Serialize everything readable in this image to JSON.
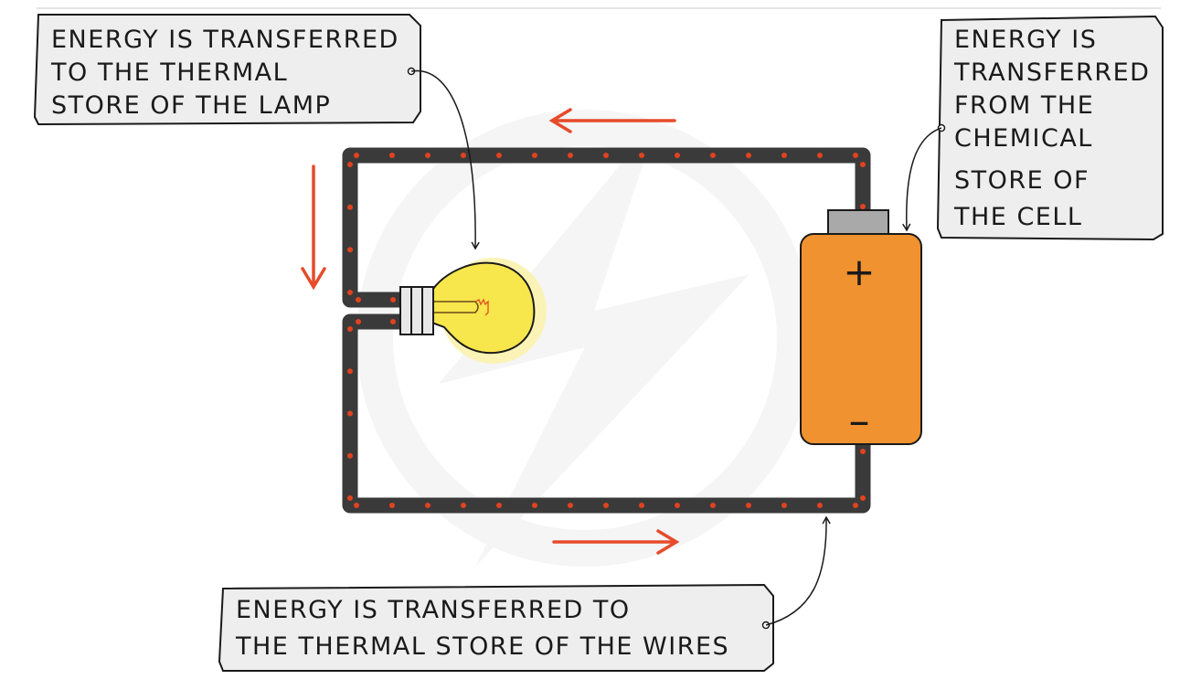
{
  "colors": {
    "wire": "#3a3a3a",
    "charge_dot": "#e0431f",
    "arrow": "#e64b2a",
    "cell_body": "#f0922f",
    "cell_terminal": "#a9a9a9",
    "lamp_glass": "#f7e64c",
    "lamp_glow": "#fbf3b6",
    "label_box": "#eeeeee"
  },
  "labels": {
    "lamp": [
      "ENERGY IS TRANSFERRED",
      "TO THE  THERMAL",
      "STORE OF THE  LAMP"
    ],
    "cell": [
      "ENERGY IS",
      "TRANSFERRED",
      "FROM  THE",
      "CHEMICAL",
      "STORE OF",
      "THE  CELL"
    ],
    "wires": [
      "ENERGY IS TRANSFERRED  TO",
      "THE THERMAL STORE OF THE WIRES"
    ]
  },
  "cell": {
    "positive_sign": "+",
    "negative_sign": "–"
  },
  "icons": {
    "current_arrows": "arrow-icon",
    "watermark": "lightning-bolt-watermark"
  }
}
